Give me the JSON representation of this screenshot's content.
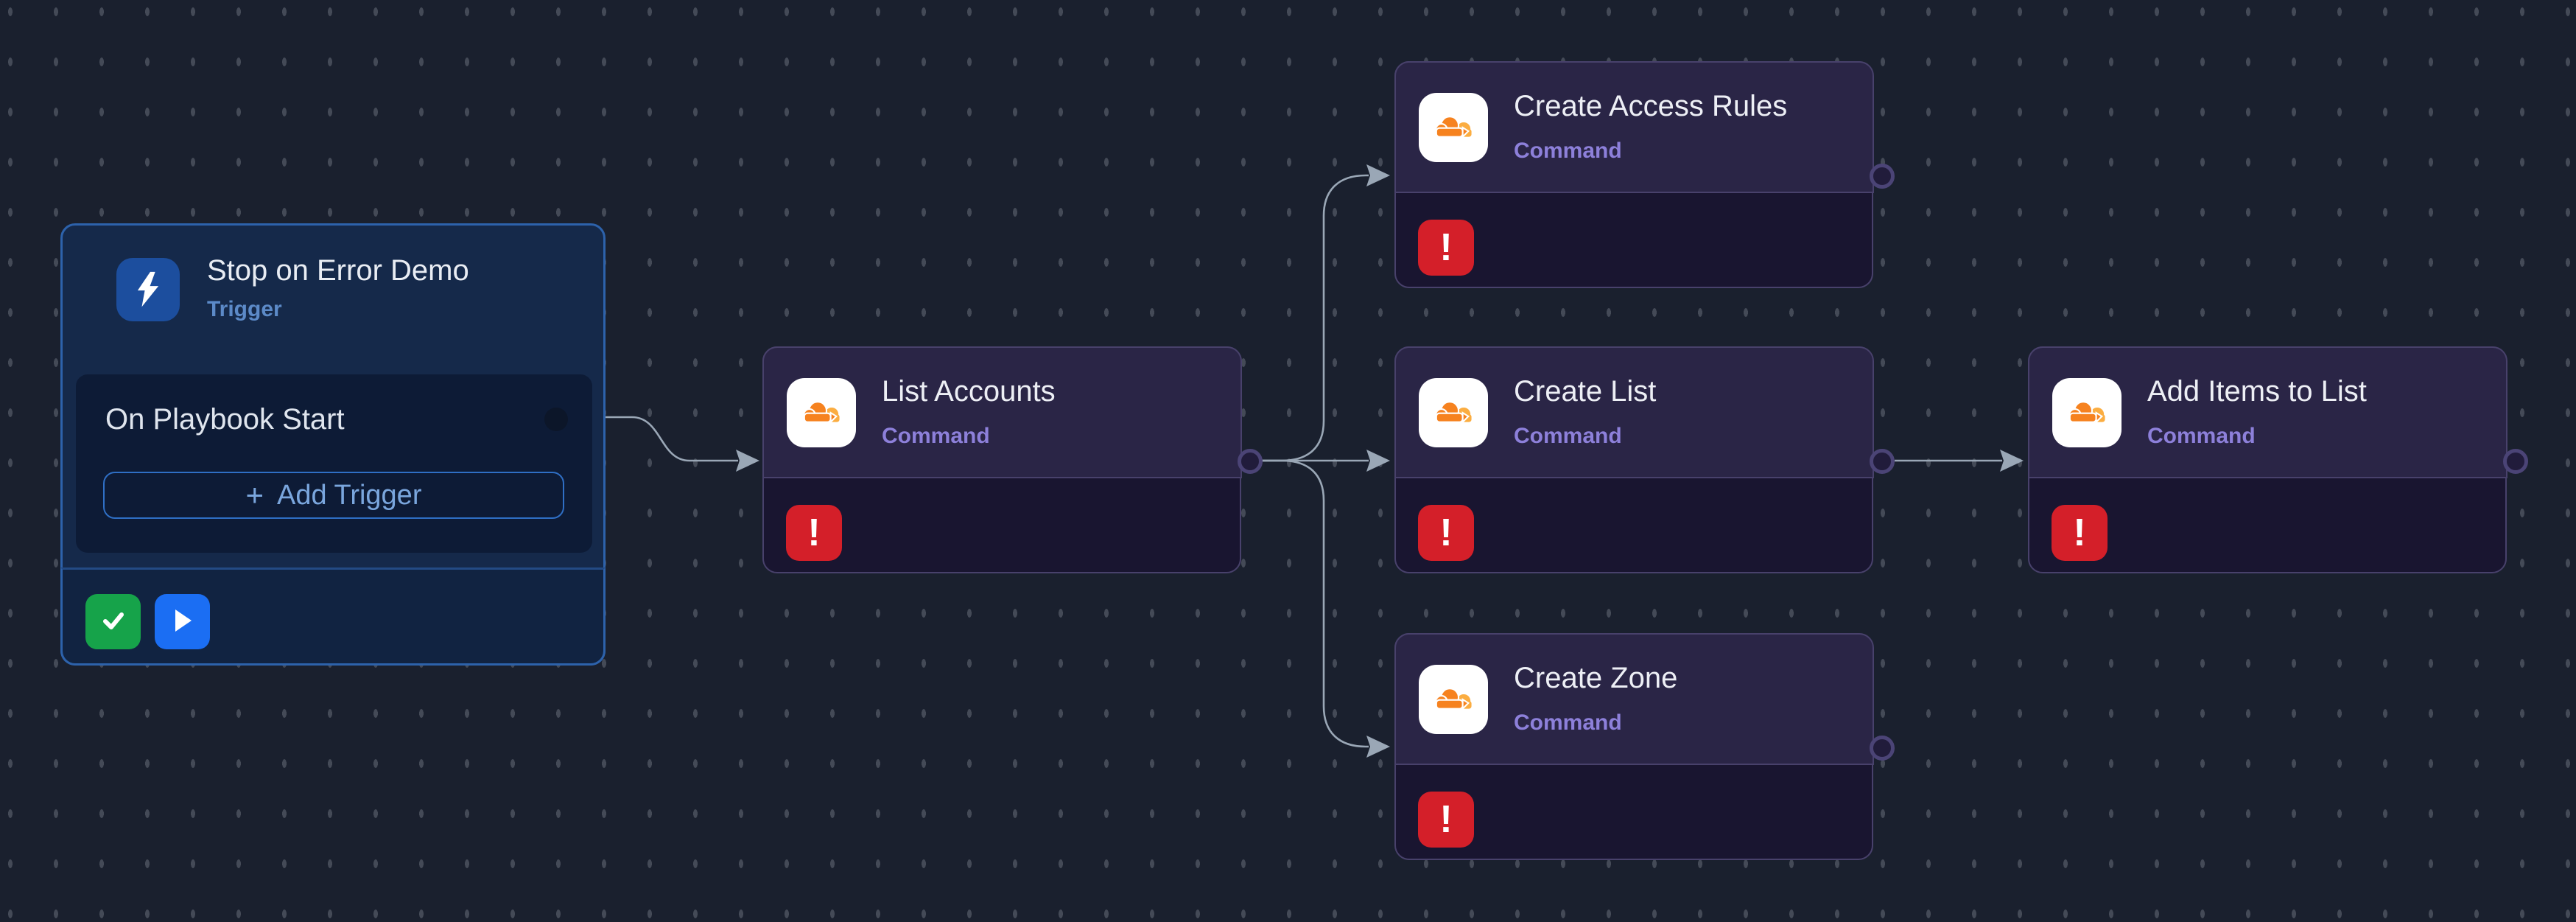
{
  "canvas": {
    "background_color": "#1a202e",
    "grid_dot_color": "#444a57"
  },
  "trigger_node": {
    "title": "Stop on Error Demo",
    "type_label": "Trigger",
    "icon": "lightning-bolt-icon",
    "event_item": {
      "label": "On Playbook Start"
    },
    "add_trigger_button": {
      "plus_sign": "+",
      "label": "Add Trigger"
    },
    "footer_buttons": [
      {
        "icon": "checkmark-icon",
        "color": "#16a34a"
      },
      {
        "icon": "play-icon",
        "color": "#1b6ef3"
      }
    ],
    "accent_color": "#2d62ab"
  },
  "command_nodes": [
    {
      "title": "List Accounts",
      "type_label": "Command",
      "app_icon": "cloudflare-icon",
      "status_icon": "error-exclamation-icon"
    },
    {
      "title": "Create Access Rules",
      "type_label": "Command",
      "app_icon": "cloudflare-icon",
      "status_icon": "error-exclamation-icon"
    },
    {
      "title": "Create List",
      "type_label": "Command",
      "app_icon": "cloudflare-icon",
      "status_icon": "error-exclamation-icon"
    },
    {
      "title": "Create Zone",
      "type_label": "Command",
      "app_icon": "cloudflare-icon",
      "status_icon": "error-exclamation-icon"
    },
    {
      "title": "Add Items to List",
      "type_label": "Command",
      "app_icon": "cloudflare-icon",
      "status_icon": "error-exclamation-icon"
    }
  ],
  "colors": {
    "trigger_bg": "#15294a",
    "trigger_border": "#2d62ab",
    "trigger_panel_bg": "#0d1b36",
    "trigger_label_blue": "#5c8ac8",
    "command_header_bg": "#2a2546",
    "command_body_bg": "#191530",
    "command_border": "#48416b",
    "command_label_purple": "#8d80da",
    "error_red": "#d41f29",
    "cloudflare_orange": "#f6821f",
    "cloudflare_light_orange": "#fbad41",
    "edge_gray": "#9aa7b6",
    "success_green": "#16a34a",
    "play_blue": "#1b6ef3"
  }
}
